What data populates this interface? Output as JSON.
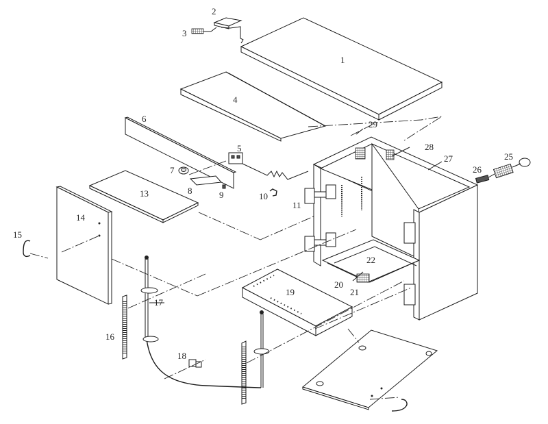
{
  "diagram": {
    "type": "exploded-assembly",
    "subject": "cabinet",
    "parts": [
      {
        "id": "1",
        "label": "1"
      },
      {
        "id": "2",
        "label": "2"
      },
      {
        "id": "3",
        "label": "3"
      },
      {
        "id": "4",
        "label": "4"
      },
      {
        "id": "5",
        "label": "5"
      },
      {
        "id": "6",
        "label": "6"
      },
      {
        "id": "7",
        "label": "7"
      },
      {
        "id": "8",
        "label": "8"
      },
      {
        "id": "9",
        "label": "9"
      },
      {
        "id": "10",
        "label": "10"
      },
      {
        "id": "11",
        "label": "11"
      },
      {
        "id": "13",
        "label": "13"
      },
      {
        "id": "14",
        "label": "14"
      },
      {
        "id": "15",
        "label": "15"
      },
      {
        "id": "16",
        "label": "16"
      },
      {
        "id": "17",
        "label": "17"
      },
      {
        "id": "18",
        "label": "18"
      },
      {
        "id": "19",
        "label": "19"
      },
      {
        "id": "20",
        "label": "20"
      },
      {
        "id": "21",
        "label": "21"
      },
      {
        "id": "22",
        "label": "22"
      },
      {
        "id": "25",
        "label": "25"
      },
      {
        "id": "26",
        "label": "26"
      },
      {
        "id": "27",
        "label": "27"
      },
      {
        "id": "28",
        "label": "28"
      },
      {
        "id": "29",
        "label": "29"
      }
    ]
  }
}
